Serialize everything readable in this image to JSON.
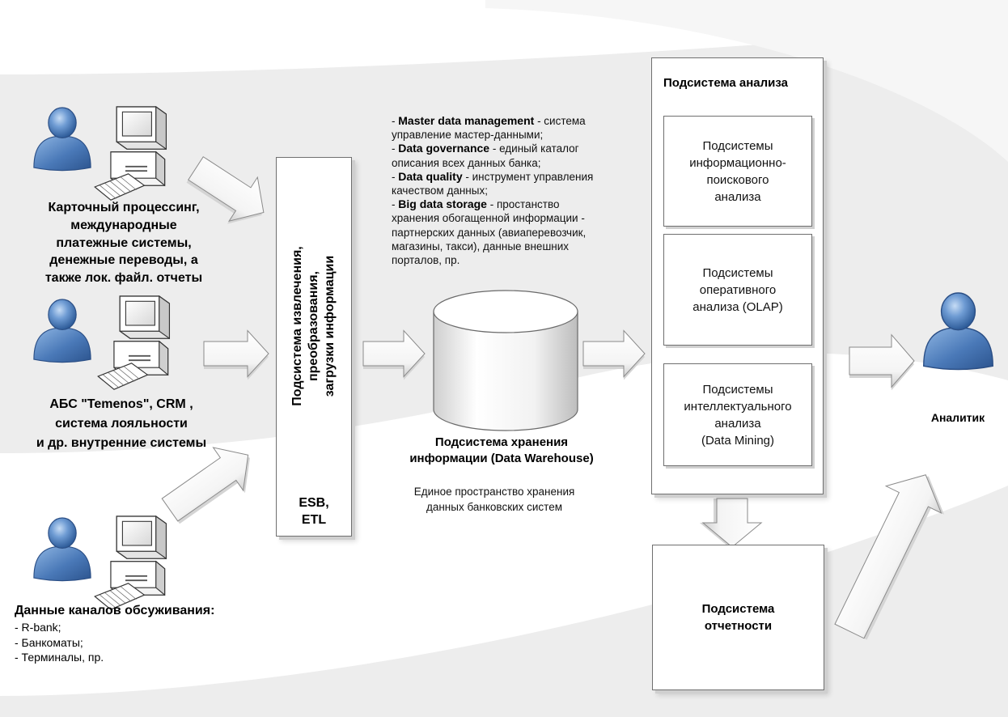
{
  "sources": {
    "cards": {
      "lines": [
        "Карточный процессинг,",
        "международные",
        "платежные системы,",
        "денежные переводы, а",
        "также лок. файл. отчеты"
      ]
    },
    "abs": {
      "lines": [
        "АБС \"Temenos\", CRM ,",
        "система лояльности",
        "и др. внутренние системы"
      ]
    },
    "channels": {
      "title": "Данные каналов обсуживания:",
      "items": [
        "- R-bank;",
        "- Банкоматы;",
        "- Терминалы, пр."
      ]
    }
  },
  "etl": {
    "vertical_lines": [
      "Подсистема извлечения,",
      "преобразования,",
      "загрузки информации"
    ],
    "bottom_lines": [
      "ESB,",
      "ETL"
    ]
  },
  "storage_description": [
    {
      "term": "Master data management",
      "rest": " - система"
    },
    {
      "term": "",
      "rest": "управление мастер-данными;"
    },
    {
      "term": "Data governance",
      "rest": " - единый каталог"
    },
    {
      "term": "",
      "rest": "описания всех данных банка;"
    },
    {
      "term": "Data quality",
      "rest": " - инструмент управления"
    },
    {
      "term": "",
      "rest": "качеством данных;"
    },
    {
      "term": "Big data storage",
      "rest": " - простанство"
    },
    {
      "term": "",
      "rest": "хранения обогащенной информации -"
    },
    {
      "term": "",
      "rest": "партнерских данных (авиаперевозчик,"
    },
    {
      "term": "",
      "rest": "магазины, такси), данные внешних"
    },
    {
      "term": "",
      "rest": "порталов, пр."
    }
  ],
  "dwh": {
    "title_lines": [
      "Подсистема хранения",
      "информации (Data Warehouse)"
    ],
    "subtitle_lines": [
      "Единое пространство хранения",
      "данных банковских систем"
    ]
  },
  "analysis": {
    "title": "Подсистема анализа",
    "subsystems": [
      {
        "lines": [
          "Подсистемы",
          "информационно-",
          "поискового",
          "анализа"
        ]
      },
      {
        "lines": [
          "Подсистемы",
          "оперативного",
          "анализа (OLAP)"
        ]
      },
      {
        "lines": [
          "Подсистемы",
          "интеллектуального",
          "анализа",
          "(Data Mining)"
        ]
      }
    ]
  },
  "reporting": {
    "lines": [
      "Подсистема",
      "отчетности"
    ]
  },
  "analyst": {
    "label": "Аналитик"
  },
  "colors": {
    "person_body": "#4a79b8",
    "person_light": "#8fb6e3",
    "person_dark": "#2e5c99",
    "computer": "#ffffff",
    "arrow_fill": "#ffffff",
    "arrow_shade": "#d8d8d8",
    "background_band": "#ededed"
  },
  "icons": [
    "person-icon",
    "computer-icon",
    "arrow-icon",
    "database-cylinder-icon"
  ]
}
